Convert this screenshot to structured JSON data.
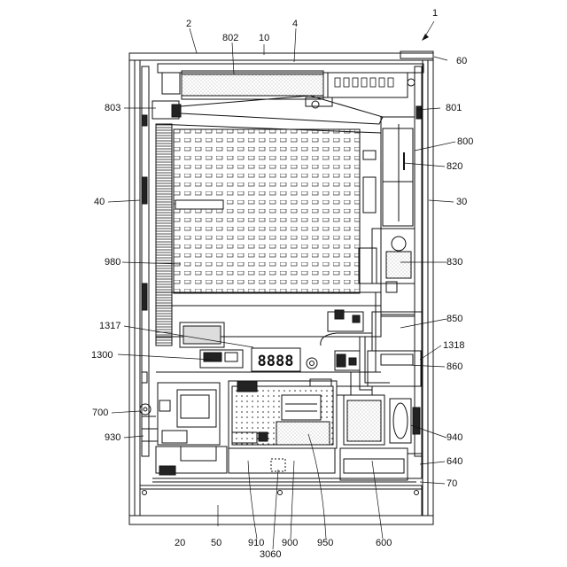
{
  "labels": {
    "l1": "1",
    "l2": "2",
    "l802": "802",
    "l10": "10",
    "l4": "4",
    "l60": "60",
    "l803": "803",
    "l801": "801",
    "l800": "800",
    "l820": "820",
    "l40": "40",
    "l30": "30",
    "l980": "980",
    "l830": "830",
    "l850": "850",
    "l1317": "1317",
    "l1318": "1318",
    "l1300": "1300",
    "l860": "860",
    "l700": "700",
    "l930": "930",
    "l940": "940",
    "l640": "640",
    "l70": "70",
    "l20": "20",
    "l50": "50",
    "l910": "910",
    "l900": "900",
    "l950": "950",
    "l600": "600",
    "l3060": "3060"
  },
  "display_digits": "8888"
}
